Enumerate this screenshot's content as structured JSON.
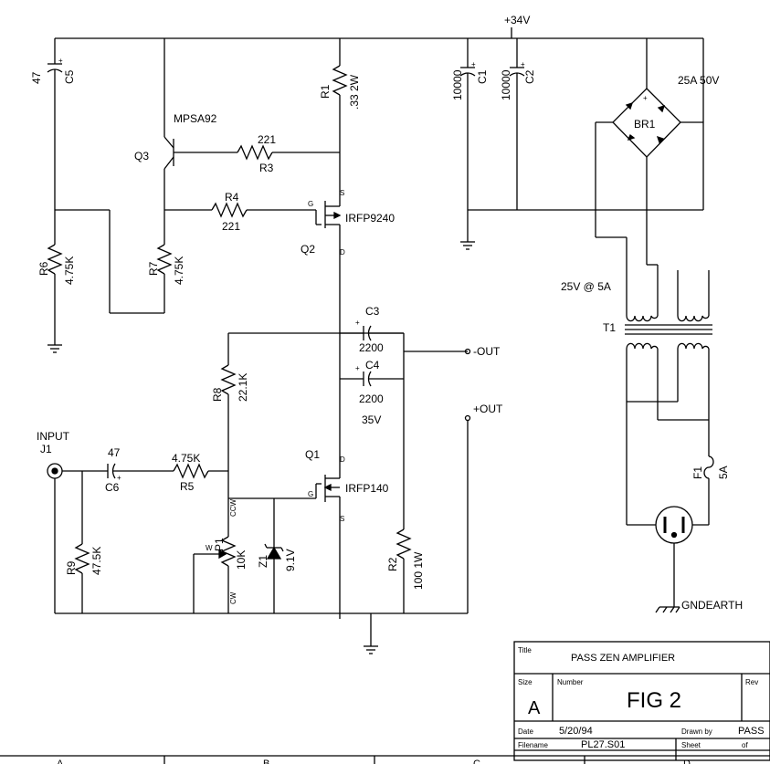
{
  "supply": "+34V",
  "components": {
    "c5": {
      "ref": "C5",
      "value": "47"
    },
    "c1": {
      "ref": "C1",
      "value": "10000"
    },
    "c2": {
      "ref": "C2",
      "value": "10000"
    },
    "r1": {
      "ref": "R1",
      "value": ".33 2W"
    },
    "br1": {
      "ref": "BR1",
      "value": "25A 50V"
    },
    "q3": {
      "ref": "Q3",
      "part": "MPSA92"
    },
    "r3": {
      "ref": "R3",
      "value": "221"
    },
    "r4": {
      "ref": "R4",
      "value": "221"
    },
    "q2": {
      "ref": "Q2",
      "part": "IRFP9240",
      "gate": "G",
      "source": "S",
      "drain": "D"
    },
    "r6": {
      "ref": "R6",
      "value": "4.75K"
    },
    "r7": {
      "ref": "R7",
      "value": "4.75K"
    },
    "c3": {
      "ref": "C3",
      "value": "2200"
    },
    "c4": {
      "ref": "C4",
      "value": "2200",
      "voltage": "35V"
    },
    "r8": {
      "ref": "R8",
      "value": "22.1K"
    },
    "t1": {
      "ref": "T1",
      "rating": "25V @ 5A"
    },
    "j1": {
      "ref": "J1",
      "label": "INPUT"
    },
    "c6": {
      "ref": "C6",
      "value": "47"
    },
    "r5": {
      "ref": "R5",
      "value": "4.75K"
    },
    "q1": {
      "ref": "Q1",
      "part": "IRFP140",
      "gate": "G",
      "source": "S",
      "drain": "D"
    },
    "p1": {
      "ref": "P1",
      "value": "10K",
      "wiper": "W",
      "ccw": "CCW",
      "cw": "CW"
    },
    "z1": {
      "ref": "Z1",
      "value": "9.1V"
    },
    "r9": {
      "ref": "R9",
      "value": "47.5K"
    },
    "r2": {
      "ref": "R2",
      "value": "100 1W"
    },
    "f1": {
      "ref": "F1",
      "value": "5A"
    }
  },
  "outputs": {
    "neg": "-OUT",
    "pos": "+OUT"
  },
  "ground_earth": "GNDEARTH",
  "title_block": {
    "title_label": "Title",
    "title": "PASS ZEN AMPLIFIER",
    "size_label": "Size",
    "size": "A",
    "number_label": "Number",
    "number": "FIG 2",
    "rev_label": "Rev",
    "date_label": "Date",
    "date": "5/20/94",
    "drawn_label": "Drawn by",
    "drawn": "PASS",
    "filename_label": "Filename",
    "filename": "PL27.S01",
    "sheet_label": "Sheet",
    "of_label": "of"
  },
  "zones": [
    "A",
    "B",
    "C",
    "D"
  ]
}
